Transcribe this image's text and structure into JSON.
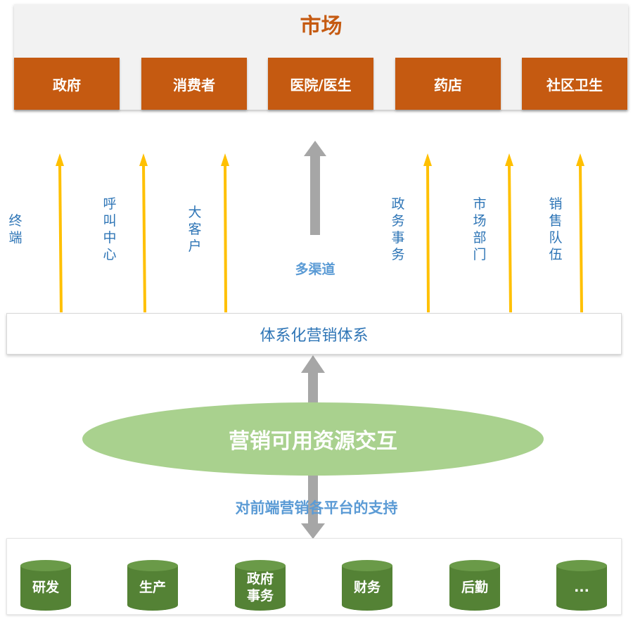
{
  "market": {
    "title": "市场",
    "segments": [
      "政府",
      "消费者",
      "医院/医生",
      "药店",
      "社区卫生"
    ]
  },
  "channels": {
    "left": [
      "终端",
      "呼叫中心",
      "大客户"
    ],
    "right": [
      "政务事务",
      "市场部门",
      "销售队伍"
    ],
    "center": "多渠道"
  },
  "system": {
    "label": "体系化营销体系"
  },
  "resources": {
    "label": "营销可用资源交互"
  },
  "support": {
    "label": "对前端营销各平台的支持"
  },
  "backend": {
    "items": [
      "研发",
      "生产",
      "政府事务",
      "财务",
      "后勤",
      "..."
    ]
  },
  "colors": {
    "market_orange": "#c55a11",
    "channel_blue": "#2e75b6",
    "arrow_yellow": "#ffc000",
    "arrow_gray": "#a6a6a6",
    "ellipse_green": "#a9d18e",
    "cylinder_green": "#548235"
  }
}
